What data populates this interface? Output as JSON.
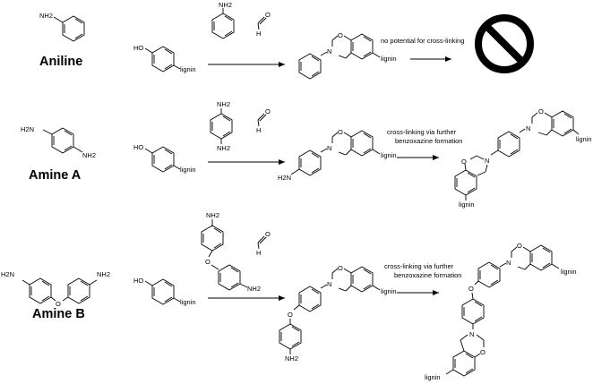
{
  "rows": [
    {
      "amine_name": "Aniline",
      "amine_label": "NH2",
      "phenol_label": "HO",
      "lignin_label": "lignin",
      "reagent_amine_label": "NH2",
      "formaldehyde_o": "O",
      "formaldehyde_h": "H",
      "product_lignin_label": "lignin",
      "product_n": "N",
      "product_o": "O",
      "note": "no potential for cross-linking",
      "outcome_icon": "prohibited-icon"
    },
    {
      "amine_name": "Amine A",
      "amine_label_1": "H2N",
      "amine_label_2": "NH2",
      "phenol_label": "HO",
      "lignin_label": "lignin",
      "reagent_label_1": "NH2",
      "reagent_label_2": "NH2",
      "formaldehyde_o": "O",
      "formaldehyde_h": "H",
      "product_lignin_label": "lignin",
      "product_amine_label": "H2N",
      "product_n": "N",
      "product_o": "O",
      "note_line_1": "cross-linking via further",
      "note_line_2": "benzoxazine formation",
      "crosslinked_lignin_1": "lignin",
      "crosslinked_lignin_2": "lignin"
    },
    {
      "amine_name": "Amine B",
      "amine_label_1": "H2N",
      "amine_label_2": "NH2",
      "amine_o": "O",
      "phenol_label": "HO",
      "lignin_label": "lignin",
      "reagent_label_1": "NH2",
      "reagent_label_2": "NH2",
      "reagent_o": "O",
      "formaldehyde_o": "O",
      "formaldehyde_h": "H",
      "product_lignin_label": "lignin",
      "product_amine_label": "NH2",
      "product_n": "N",
      "product_o": "O",
      "note_line_1": "cross-linking via further",
      "note_line_2": "benzoxazine formation",
      "crosslinked_lignin_1": "lignin",
      "crosslinked_lignin_2": "lignin"
    }
  ]
}
